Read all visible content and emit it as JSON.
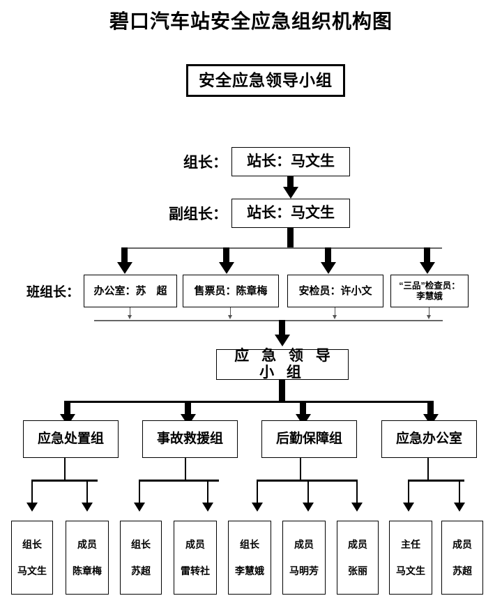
{
  "title": "碧口汽车站安全应急组织机构图",
  "top_box": {
    "label": "安全应急领导小组"
  },
  "leader": {
    "side_label": "组长：",
    "box_label": "站长：马文生"
  },
  "deputy_leader": {
    "side_label": "副组长：",
    "box_label": "站长：马文生"
  },
  "team_leaders": {
    "side_label": "班组长：",
    "boxes": [
      {
        "label": "办公室：苏　超",
        "line1": "办公室：苏　超",
        "line2": ""
      },
      {
        "label": "售票员：陈章梅",
        "line1": "售票员：陈章梅",
        "line2": ""
      },
      {
        "label": "安检员：许小文",
        "line1": "安检员：许小文",
        "line2": ""
      },
      {
        "label": "“三品”检查员：李慧娥",
        "line1": "“三品”检查员：",
        "line2": "李慧娥"
      }
    ]
  },
  "emergency_group": {
    "label": "应 急 领 导 小 组"
  },
  "groups": [
    {
      "label": "应急处置组"
    },
    {
      "label": "事故救援组"
    },
    {
      "label": "后勤保障组"
    },
    {
      "label": "应急办公室"
    }
  ],
  "members": [
    {
      "role": "组长",
      "name": "马文生"
    },
    {
      "role": "成员",
      "name": "陈章梅"
    },
    {
      "role": "组长",
      "name": "苏超"
    },
    {
      "role": "成员",
      "name": "雷转社"
    },
    {
      "role": "组长",
      "name": "李慧娥"
    },
    {
      "role": "成员",
      "name": "马明芳"
    },
    {
      "role": "成员",
      "name": "张丽"
    },
    {
      "role": "主任",
      "name": "马文生"
    },
    {
      "role": "成员",
      "name": "苏超"
    }
  ],
  "colors": {
    "background": "#ffffff",
    "line": "#000000",
    "thin_line": "#555555",
    "text": "#000000"
  }
}
